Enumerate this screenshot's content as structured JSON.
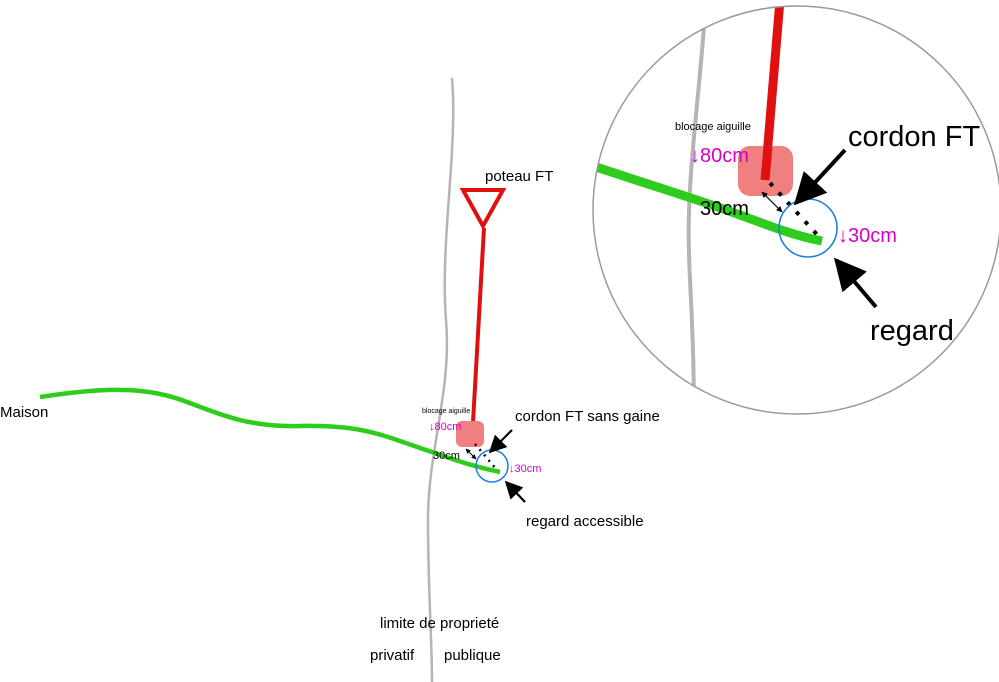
{
  "labels": {
    "house": "Maison",
    "pole": "poteau FT",
    "cord": "cordon FT sans gaine",
    "manhole": "regard accessible",
    "needle_block": "blocage aiguille",
    "depth_block": "↓80cm",
    "distance": "30cm",
    "depth_manhole": "↓30cm",
    "property_limit": "limite de proprieté",
    "private": "privatif",
    "public": "publique"
  },
  "zoom": {
    "needle_block": "blocage aiguille",
    "depth_block": "↓80cm",
    "cord": "cordon FT",
    "distance": "30cm",
    "depth_manhole": "↓30cm",
    "manhole": "regard"
  },
  "colors": {
    "cable_green": "#2ecc1c",
    "cable_red": "#e01010",
    "block_fill": "#f08080",
    "manhole_stroke": "#1e7fe0",
    "depth_magenta": "#d400c8",
    "boundary_gray": "#b4b4b4"
  }
}
